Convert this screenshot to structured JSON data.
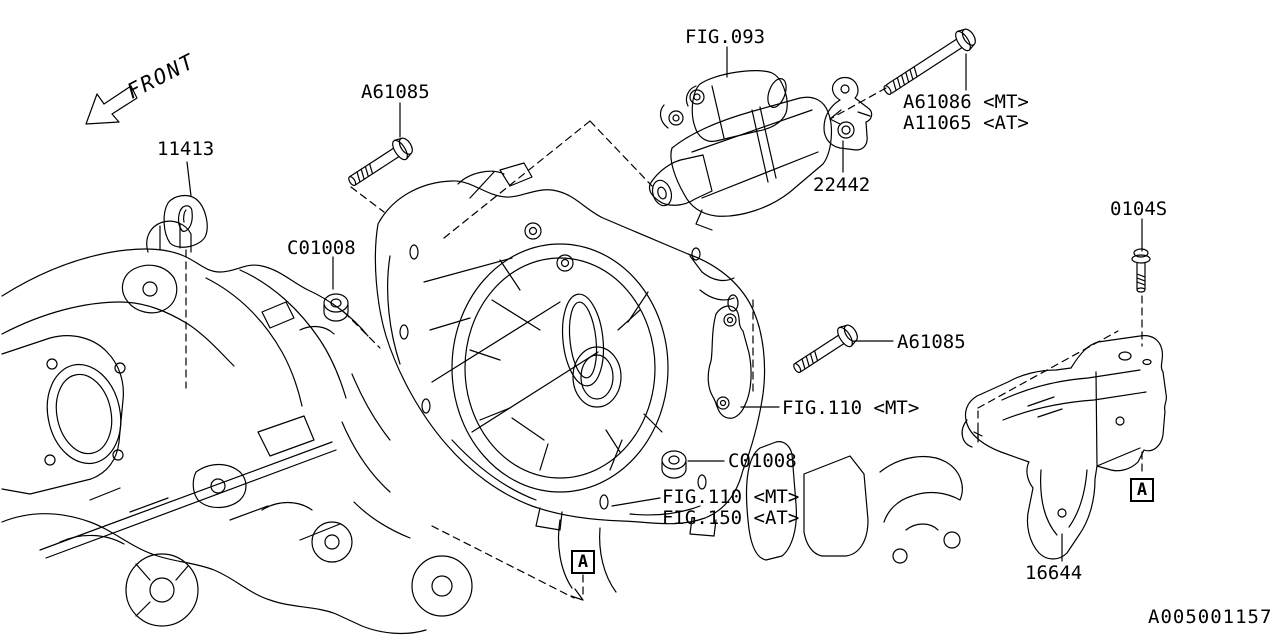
{
  "diagram": {
    "id_code": "A005001157",
    "front_label": "FRONT",
    "section_letter": "A",
    "line_color": "#000000",
    "background_color": "#ffffff"
  },
  "callouts": {
    "part_11413": "11413",
    "bolt_a61085_top": "A61085",
    "fig_093": "FIG.093",
    "bolt_a61086_mt": "A61086 <MT>",
    "bolt_a11065_at": "A11065 <AT>",
    "part_22442": "22442",
    "bolt_0104s": "0104S",
    "nut_c01008_left": "C01008",
    "bolt_a61085_right": "A61085",
    "fig_110_mt_right": "FIG.110 <MT>",
    "nut_c01008_bottom": "C01008",
    "fig_110_mt_bottom": "FIG.110 <MT>",
    "fig_150_at_bottom": "FIG.150 <AT>",
    "part_16644": "16644"
  }
}
